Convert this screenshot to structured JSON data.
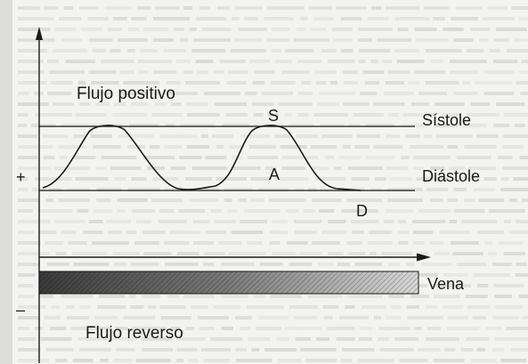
{
  "labels": {
    "positive_flow": "Flujo positivo",
    "reverse_flow": "Flujo reverso",
    "systole": "Sístole",
    "diastole": "Diástole",
    "vein": "Vena",
    "plus": "+",
    "minus": "–",
    "s": "S",
    "a": "A",
    "d": "D"
  },
  "colors": {
    "ink": "#1a1a1a",
    "page": "#f3f3f1",
    "faded_text": "#c9c9c6",
    "vein_dark": "#3a3a3a",
    "vein_light": "#d2d2d2"
  }
}
